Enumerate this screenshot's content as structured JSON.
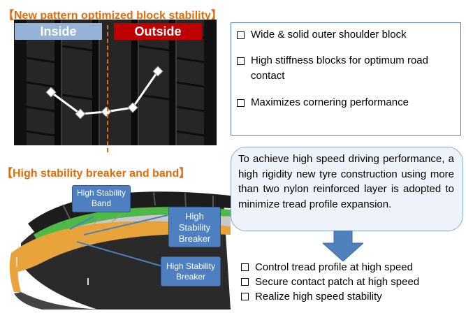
{
  "top_section": {
    "title": "【New pattern optimized block stability】",
    "inside_label": "Inside",
    "outside_label": "Outside"
  },
  "feature_list": [
    "Wide & solid outer shoulder block",
    "High stiffness blocks for optimum road contact",
    "Maximizes cornering performance"
  ],
  "bottom_section": {
    "title": "【High stability breaker and band】",
    "callouts": {
      "band": "High Stability Band",
      "breaker_upper": "High Stability Breaker",
      "breaker_lower": "High Stability Breaker"
    }
  },
  "description": "To achieve high speed driving performance, a high rigidity new tyre construction using more than two nylon reinforced layer is adopted to minimize tread profile expansion.",
  "result_list": [
    "Control tread profile at high speed",
    "Secure contact patch at high speed",
    "Realize high speed stability"
  ],
  "colors": {
    "title_orange": "#e36c09",
    "inside_tag": "#95b3d7",
    "outside_tag": "#c00000",
    "callout_blue": "#4e7fc0",
    "arrow_blue": "#4f81bd",
    "band_green": "#4fb947",
    "breaker_grey": "#c8c8c8",
    "carcass_orange": "#e8a43a"
  },
  "icons": [
    "checkbox-icon",
    "down-arrow-icon",
    "tread-graph-icon"
  ]
}
